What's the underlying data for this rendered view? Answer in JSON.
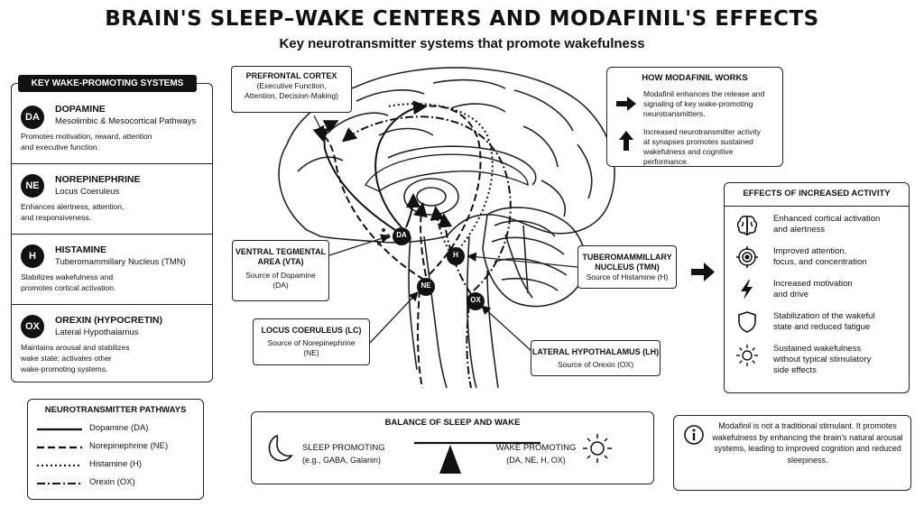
{
  "header": {
    "title": "BRAIN'S SLEEP–WAKE CENTERS AND MODAFINIL'S EFFECTS",
    "subtitle": "Key neurotransmitter systems that promote wakefulness"
  },
  "systems": {
    "header": "KEY WAKE-PROMOTING SYSTEMS",
    "items": [
      {
        "badge": "DA",
        "name": "DOPAMINE",
        "location": "Mesolimbic & Mesocortical Pathways",
        "desc1": "Promotes motivation, reward, attention",
        "desc2": "and executive function."
      },
      {
        "badge": "NE",
        "name": "NOREPINEPHRINE",
        "location": "Locus Coeruleus",
        "desc1": "Enhances alertness, attention,",
        "desc2": "and responsiveness."
      },
      {
        "badge": "H",
        "name": "HISTAMINE",
        "location": "Tuberomammillary Nucleus (TMN)",
        "desc1": "Stabilizes wakefulness and",
        "desc2": "promotes cortical activation."
      },
      {
        "badge": "OX",
        "name": "OREXIN (HYPOCRETIN)",
        "location": "Lateral Hypothalamus",
        "desc1": "Maintains arousal and stabilizes",
        "desc2": "wake state; activates other",
        "desc3": "wake-promoting systems."
      }
    ]
  },
  "legend": {
    "title": "NEUROTRANSMITTER PATHWAYS",
    "items": [
      {
        "label": "Dopamine (DA)",
        "style": "solid"
      },
      {
        "label": "Norepinephrine (NE)",
        "style": "dashed"
      },
      {
        "label": "Histamine (H)",
        "style": "dotted"
      },
      {
        "label": "Orexin (OX)",
        "style": "dashdot"
      }
    ]
  },
  "callouts": {
    "pfc": {
      "title": "PREFRONTAL CORTEX",
      "line1": "(Executive Function,",
      "line2": "Attention, Decision-Making)"
    },
    "vta": {
      "title1": "VENTRAL TEGMENTAL",
      "title2": "AREA (VTA)",
      "line1": "Source of Dopamine",
      "line2": "(DA)"
    },
    "lc": {
      "title": "LOCUS COERULEUS (LC)",
      "line1": "Source of Norepinephrine",
      "line2": "(NE)"
    },
    "tmn": {
      "title1": "TUBEROMAMMILLARY",
      "title2": "NUCLEUS (TMN)",
      "line1": "Source of Histamine (H)"
    },
    "lh": {
      "title": "LATERAL HYPOTHALAMUS (LH)",
      "line1": "Source of Orexin (OX)"
    }
  },
  "diagram_labels": {
    "da": "DA",
    "ne": "NE",
    "h": "H",
    "ox": "OX"
  },
  "how": {
    "title": "HOW MODAFINIL WORKS",
    "row1": [
      "Modafinil enhances the release and",
      "signaling of key wake-promoting",
      "neurotransmitters."
    ],
    "row2": [
      "Increased neurotransmitter activity",
      "at synapses promotes sustained",
      "wakefulness and cognitive performance."
    ]
  },
  "effects": {
    "title": "EFFECTS OF INCREASED ACTIVITY",
    "items": [
      {
        "icon": "brain-icon",
        "line1": "Enhanced cortical activation",
        "line2": "and alertness"
      },
      {
        "icon": "target-icon",
        "line1": "Improved attention,",
        "line2": "focus, and concentration"
      },
      {
        "icon": "lightning-icon",
        "line1": "Increased motivation",
        "line2": "and drive"
      },
      {
        "icon": "shield-icon",
        "line1": "Stabilization of the wakeful",
        "line2": "state and reduced fatigue"
      },
      {
        "icon": "sun-icon",
        "line1": "Sustained wakefulness",
        "line2": "without typical stimulatory",
        "line3": "side effects"
      }
    ]
  },
  "balance": {
    "title": "BALANCE OF SLEEP AND WAKE",
    "sleep_label": "SLEEP PROMOTING",
    "sleep_sub": "(e.g., GABA, Galanin)",
    "wake_label": "WAKE PROMOTING",
    "wake_sub": "(DA, NE, H, OX)"
  },
  "note": {
    "text": "Modafinil is not a traditional stimulant. It promotes wakefulness by enhancing the brain's natural arousal systems, leading to improved cognition and reduced sleepiness."
  },
  "colors": {
    "ink": "#111111",
    "line": "#222222",
    "background": "#ffffff"
  }
}
